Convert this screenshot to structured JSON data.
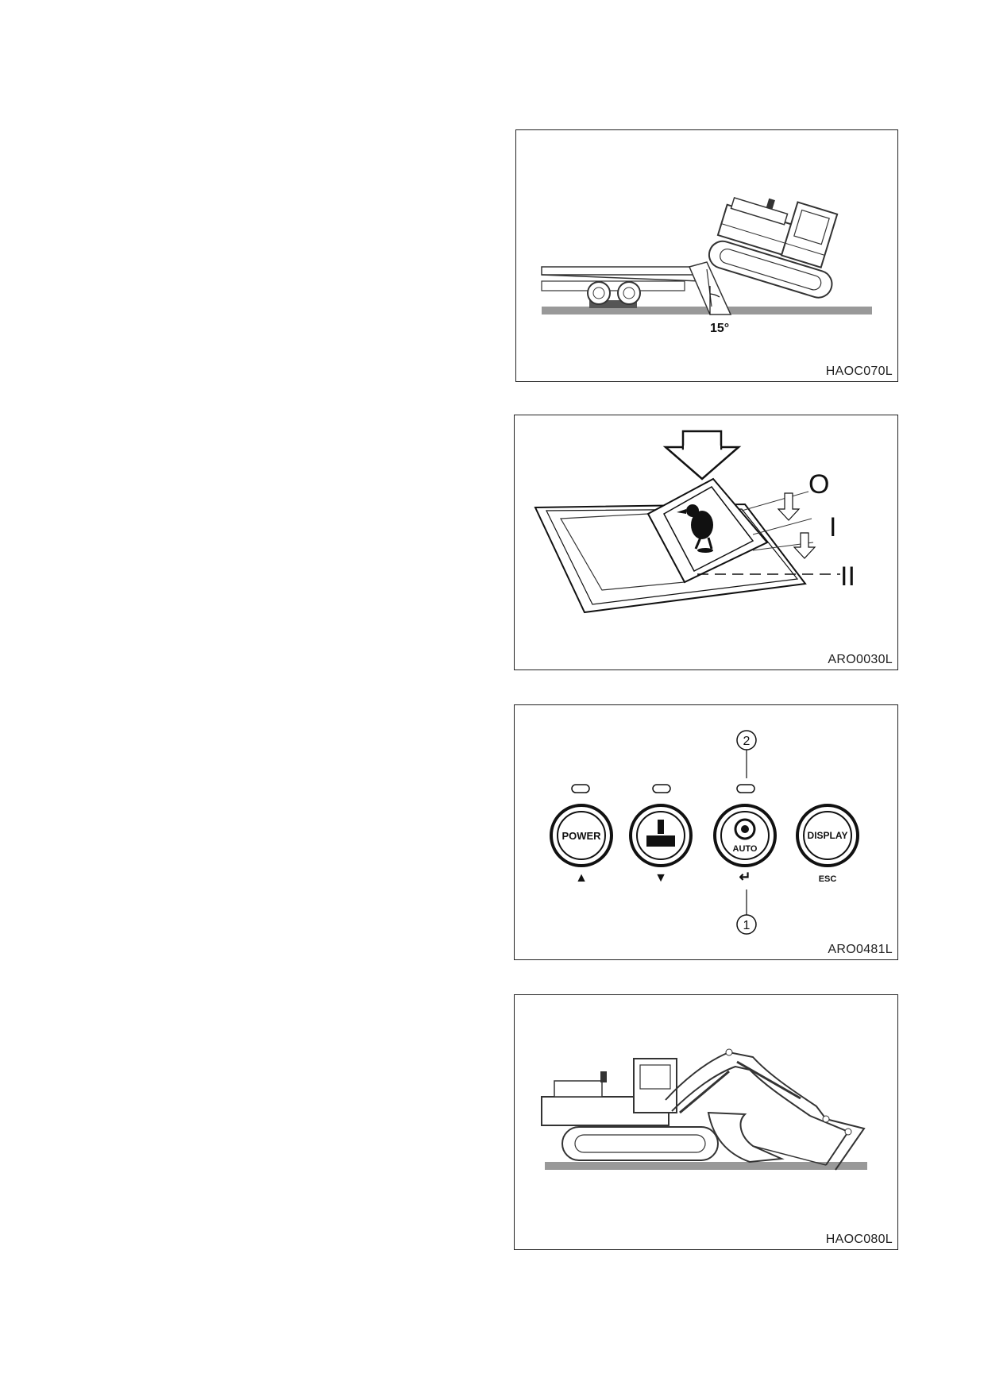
{
  "figures": [
    {
      "code": "HAOC070L",
      "angle_label": "15°"
    },
    {
      "code": "ARO0030L",
      "positions": [
        "O",
        "I",
        "II"
      ]
    },
    {
      "code": "ARO0481L",
      "callouts": [
        "2",
        "1"
      ],
      "buttons": [
        {
          "label": "POWER",
          "sub": "▲",
          "icon": "power-mode-icon"
        },
        {
          "label": "",
          "sub": "▼",
          "icon": "work-mode-icon"
        },
        {
          "label": "AUTO",
          "sub": "↵",
          "icon": "auto-idle-icon"
        },
        {
          "label": "DISPLAY",
          "sub": "ESC",
          "icon": "display-icon"
        }
      ]
    },
    {
      "code": "HAOC080L"
    }
  ]
}
